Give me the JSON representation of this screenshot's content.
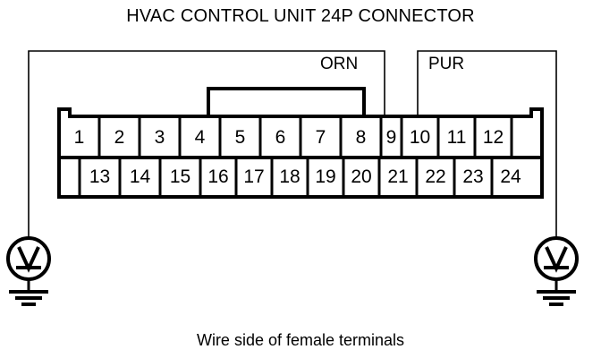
{
  "title": "HVAC CONTROL UNIT 24P CONNECTOR",
  "caption": "Wire side of female terminals",
  "connector": {
    "name": "HVAC CONTROL UNIT 24P CONNECTOR",
    "pin_count": 24,
    "top_row_pins": [
      "1",
      "2",
      "3",
      "4",
      "5",
      "6",
      "7",
      "8",
      "9",
      "10",
      "11",
      "12"
    ],
    "bottom_row_pins": [
      "13",
      "14",
      "15",
      "16",
      "17",
      "18",
      "19",
      "20",
      "21",
      "22",
      "23",
      "24"
    ]
  },
  "wires": [
    {
      "label": "ORN",
      "color_name": "orange",
      "connected_pin": "9",
      "terminates_at": "voltmeter-left"
    },
    {
      "label": "PUR",
      "color_name": "purple",
      "connected_pin": "10",
      "terminates_at": "voltmeter-right"
    }
  ],
  "instruments": [
    {
      "symbol": "V",
      "name": "voltmeter-left",
      "ground": true
    },
    {
      "symbol": "V",
      "name": "voltmeter-right",
      "ground": true
    }
  ],
  "colors": {
    "line": "#000000",
    "background": "#ffffff"
  }
}
